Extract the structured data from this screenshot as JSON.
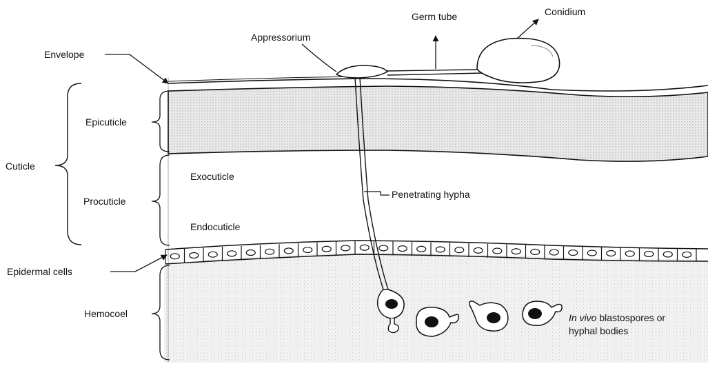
{
  "labels": {
    "envelope": "Envelope",
    "appressorium": "Appressorium",
    "germ_tube": "Germ tube",
    "conidium": "Conidium",
    "cuticle": "Cuticle",
    "epicuticle": "Epicuticle",
    "procuticle": "Procuticle",
    "exocuticle": "Exocuticle",
    "endocuticle": "Endocuticle",
    "penetrating_hypha": "Penetrating hypha",
    "epidermal_cells": "Epidermal cells",
    "hemocoel": "Hemocoel",
    "blastospores_italic": "In vivo",
    "blastospores_rest": " blastospores or",
    "blastospores_line2": "hyphal bodies"
  },
  "colors": {
    "line": "#111111",
    "stipple": "#d9d9d9"
  }
}
